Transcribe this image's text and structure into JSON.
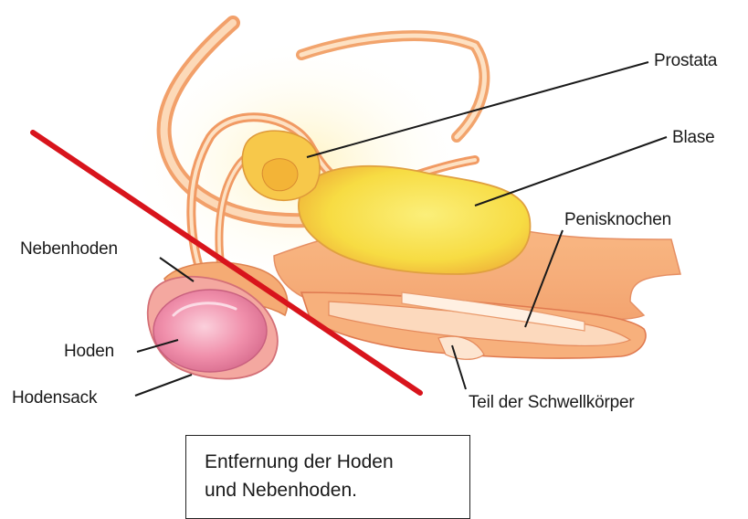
{
  "labels": {
    "prostata": "Prostata",
    "blase": "Blase",
    "penisknochen": "Penisknochen",
    "nebenhoden": "Nebenhoden",
    "hoden": "Hoden",
    "hodensack": "Hodensack",
    "schwellkoerper": "Teil der Schwellkörper"
  },
  "caption": {
    "line1": "Entfernung der Hoden",
    "line2": "und Nebenhoden."
  },
  "colors": {
    "cut_line": "#d8141c",
    "bladder": "#f7e24a",
    "prostate": "#f7c84a",
    "testis": "#ee88a4",
    "tissue": "#f6b37a",
    "tissue_light": "#fde1c3",
    "outline": "#e58a5c"
  }
}
